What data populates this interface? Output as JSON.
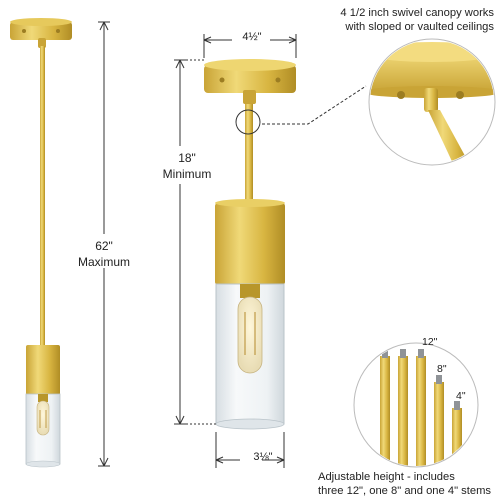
{
  "dimensions": {
    "max_height_value": "62\"",
    "max_height_label": "Maximum",
    "min_height_value": "18\"",
    "min_height_label": "Minimum",
    "canopy_width": "4½\"",
    "shade_diameter": "3⅛\""
  },
  "canopy_note": {
    "line1": "4 1/2 inch swivel canopy works",
    "line2": "with sloped or vaulted ceilings"
  },
  "stems": {
    "labels": [
      "12\"",
      "8\"",
      "4\""
    ],
    "note_line1": "Adjustable height - includes",
    "note_line2": "three 12\", one 8\" and one 4\" stems"
  },
  "colors": {
    "brass": "#d8b541",
    "brass_dark": "#b8962a",
    "brass_light": "#f0d978",
    "glass": "#e9eef2",
    "line": "#333333"
  },
  "icons": [
    "pendant-light-tall",
    "pendant-light-short",
    "canopy-detail",
    "stem-set"
  ]
}
